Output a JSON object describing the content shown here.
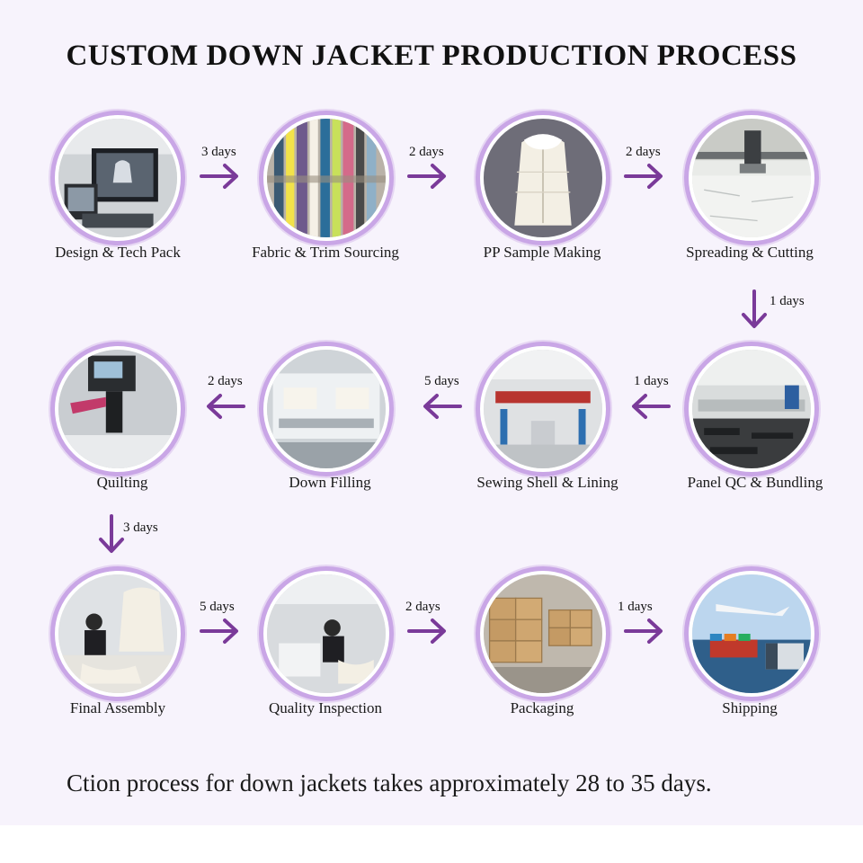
{
  "title": "CUSTOM DOWN JACKET PRODUCTION PROCESS",
  "steps": [
    {
      "label": "Design & Tech Pack"
    },
    {
      "label": "Fabric & Trim Sourcing"
    },
    {
      "label": "PP Sample Making"
    },
    {
      "label": "Spreading & Cutting"
    },
    {
      "label": "Panel QC & Bundling"
    },
    {
      "label": "Sewing Shell & Lining"
    },
    {
      "label": "Down Filling"
    },
    {
      "label": "Quilting"
    },
    {
      "label": "Final Assembly"
    },
    {
      "label": "Quality Inspection"
    },
    {
      "label": "Packaging"
    },
    {
      "label": "Shipping"
    }
  ],
  "durations": [
    "3 days",
    "2 days",
    "2 days",
    "1 days",
    "1 days",
    "5 days",
    "2 days",
    "3 days",
    "5 days",
    "2 days",
    "1 days"
  ],
  "footer": "Ction process for down jackets takes approximately 28 to 35 days.",
  "colors": {
    "arrow": "#7a3a99",
    "ring": "#c9a6e6",
    "background": "#f7f3fc"
  }
}
